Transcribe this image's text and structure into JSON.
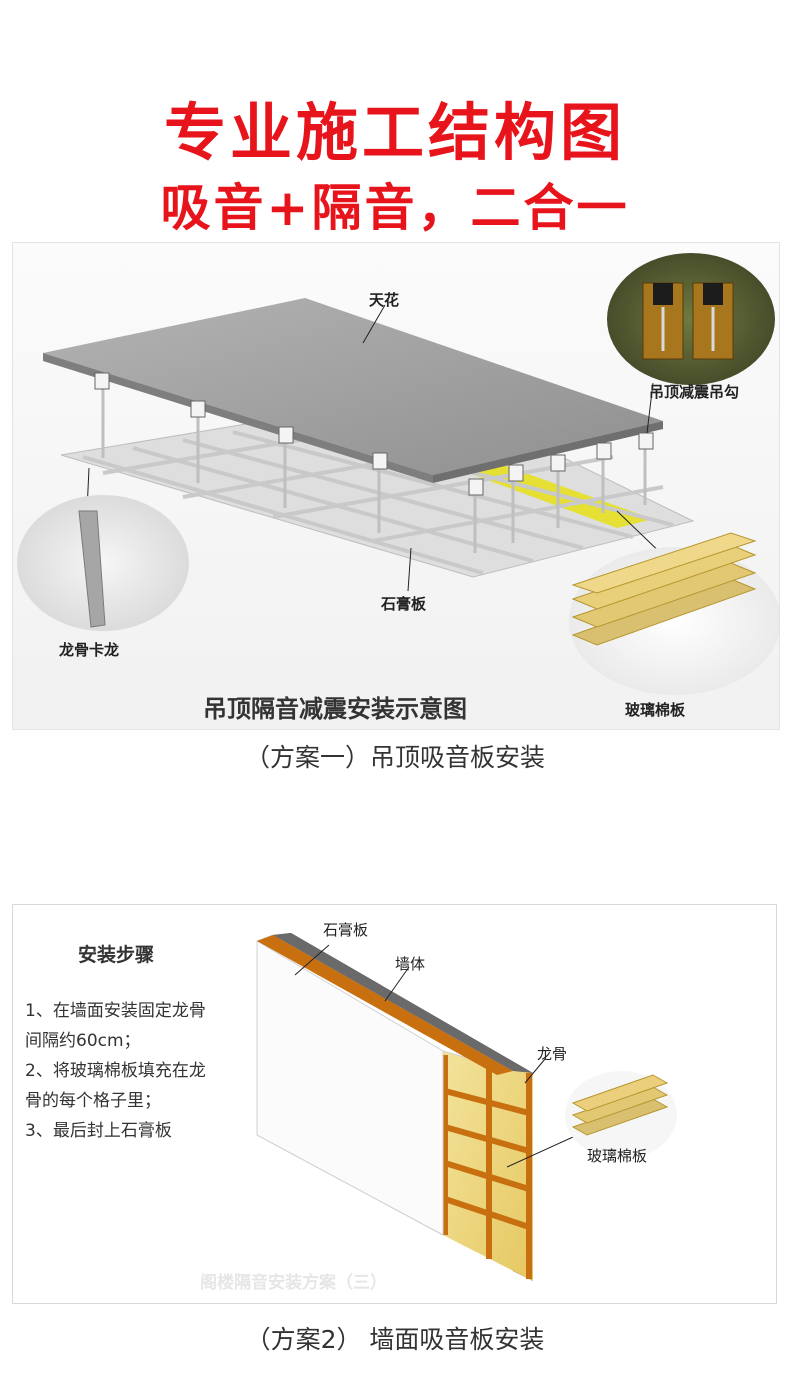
{
  "header": {
    "title": "专业施工结构图",
    "subtitle": "吸音+隔音，二合一"
  },
  "diagram1": {
    "labels": {
      "ceiling": "天花",
      "hanger": "吊顶减震吊勾",
      "keel_clip": "龙骨卡龙",
      "gypsum": "石膏板",
      "glass_wool": "玻璃棉板"
    },
    "title": "吊顶隔音减震安装示意图",
    "caption": "（方案一）吊顶吸音板安装"
  },
  "diagram2": {
    "steps_title": "安装步骤",
    "steps": [
      "1、在墙面安装固定龙骨",
      "间隔约60cm；",
      "2、将玻璃棉板填充在龙",
      "骨的每个格子里；",
      "3、最后封上石膏板"
    ],
    "labels": {
      "gypsum": "石膏板",
      "wall": "墙体",
      "keel": "龙骨",
      "glass_wool": "玻璃棉板"
    },
    "watermark": "阁楼隔音安装方案（三）",
    "caption": "（方案2）  墙面吸音板安装"
  },
  "colors": {
    "title_red": "#e8141c",
    "ceiling_gray": "#9a9a9a",
    "glass_wool_yellow": "#e7c86e",
    "keel_orange": "#c8700f"
  }
}
